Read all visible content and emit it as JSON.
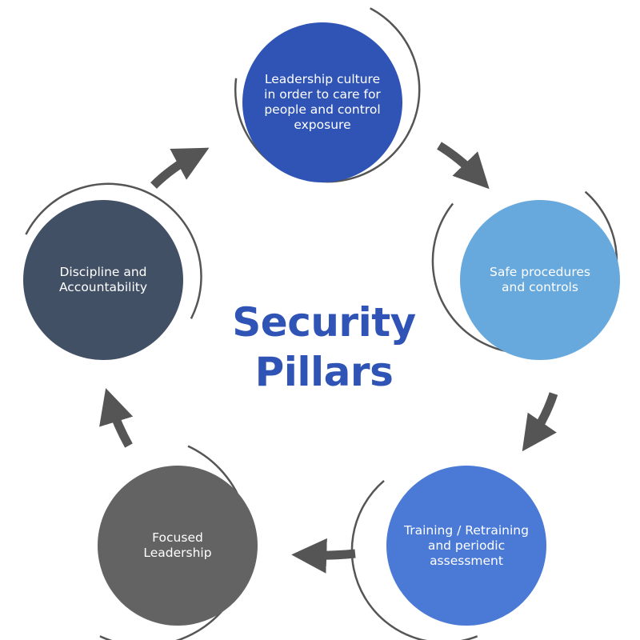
{
  "diagram": {
    "title_line1": "Security",
    "title_line2": "Pillars",
    "pillars": [
      {
        "label": "Leadership culture\nin order to care for\npeople and control\nexposure",
        "color": "#2f54b5"
      },
      {
        "label": "Safe procedures\nand controls",
        "color": "#67a8dd"
      },
      {
        "label": "Training / Retraining\nand periodic\nassessment",
        "color": "#4a7ad6"
      },
      {
        "label": "Focused\nLeadership",
        "color": "#636363"
      },
      {
        "label": "Discipline and\nAccountability",
        "color": "#425066"
      }
    ],
    "title_color": "#2f54b5",
    "arrow_color": "#555555",
    "ring_color": "#555555"
  }
}
